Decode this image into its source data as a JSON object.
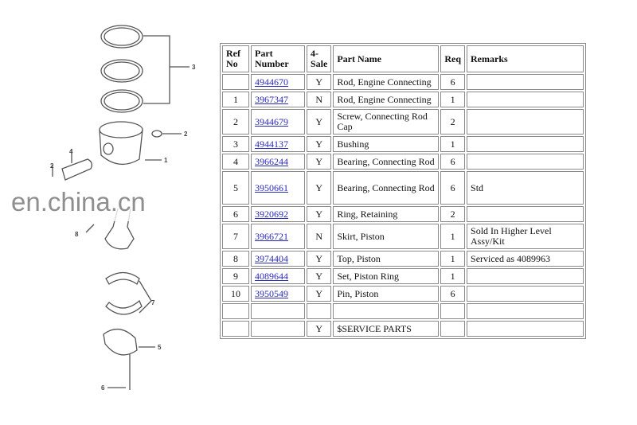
{
  "diagram": {
    "callouts": [
      "3",
      "2",
      "1",
      "4",
      "2",
      "8",
      "7",
      "5",
      "6"
    ]
  },
  "table": {
    "headers": [
      "Ref No",
      "Part Number",
      "4-Sale",
      "Part Name",
      "Req",
      "Remarks"
    ],
    "rows": [
      {
        "ref": "",
        "part": "4944670",
        "sale": "Y",
        "name": "Rod, Engine Connecting",
        "req": "6",
        "remarks": ""
      },
      {
        "ref": "1",
        "part": "3967347",
        "sale": "N",
        "name": "Rod, Engine Connecting",
        "req": "1",
        "remarks": ""
      },
      {
        "ref": "2",
        "part": "3944679",
        "sale": "Y",
        "name": "Screw, Connecting Rod Cap",
        "req": "2",
        "remarks": ""
      },
      {
        "ref": "3",
        "part": "4944137",
        "sale": "Y",
        "name": "Bushing",
        "req": "1",
        "remarks": ""
      },
      {
        "ref": "4",
        "part": "3966244",
        "sale": "Y",
        "name": "Bearing, Connecting Rod",
        "req": "6",
        "remarks": ""
      },
      {
        "ref": "5",
        "part": "3950661",
        "sale": "Y",
        "name": "Bearing, Connecting Rod",
        "req": "6",
        "remarks": "Std"
      },
      {
        "ref": "6",
        "part": "3920692",
        "sale": "Y",
        "name": "Ring, Retaining",
        "req": "2",
        "remarks": ""
      },
      {
        "ref": "7",
        "part": "3966721",
        "sale": "N",
        "name": "Skirt, Piston",
        "req": "1",
        "remarks": "Sold In Higher Level Assy/Kit"
      },
      {
        "ref": "8",
        "part": "3974404",
        "sale": "Y",
        "name": "Top, Piston",
        "req": "1",
        "remarks": "Serviced as 4089963"
      },
      {
        "ref": "9",
        "part": "4089644",
        "sale": "Y",
        "name": "Set, Piston Ring",
        "req": "1",
        "remarks": ""
      },
      {
        "ref": "10",
        "part": "3950549",
        "sale": "Y",
        "name": "Pin, Piston",
        "req": "6",
        "remarks": ""
      },
      {
        "ref": "",
        "part": "",
        "sale": "",
        "name": "",
        "req": "",
        "remarks": ""
      },
      {
        "ref": "",
        "part": "",
        "sale": "Y",
        "name": "$SERVICE PARTS",
        "req": "",
        "remarks": ""
      }
    ]
  },
  "watermark": "en.china.cn"
}
